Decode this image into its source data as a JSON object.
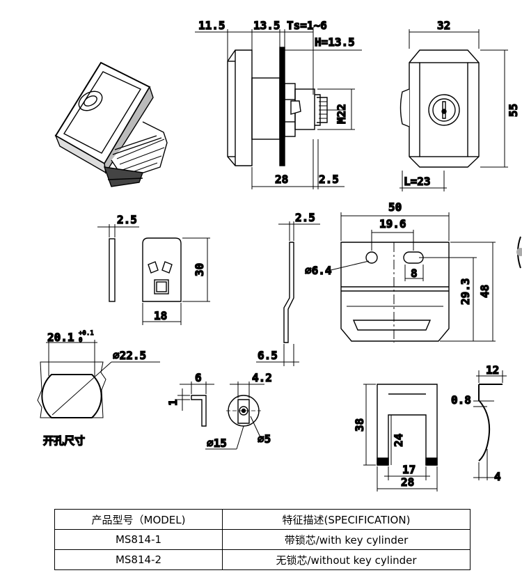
{
  "top_view": {
    "dim_left": "11.5",
    "dim_mid": "13.5",
    "dim_ts": "Ts=1~6",
    "dim_h": "H=13.5",
    "dim_thread": "M22",
    "dim_28": "28",
    "dim_25": "2.5"
  },
  "front_view": {
    "dim_width": "32",
    "dim_height": "55",
    "dim_l": "L=23"
  },
  "cam_plate": {
    "dim_thick": "2.5",
    "dim_height": "30",
    "dim_width": "18"
  },
  "bracket": {
    "dim_thick": "2.5",
    "dim_offset": "6.5",
    "dim_width": "50",
    "dim_hole_spacing": "19.6",
    "dim_hole_dia": "⌀6.4",
    "dim_slot": "8",
    "dim_hole_height": "29.3",
    "dim_height": "48"
  },
  "cutout": {
    "dim_flat_main": "20.1",
    "dim_tol_up": "+0.1",
    "dim_tol_down": "0",
    "dim_dia": "⌀22.5",
    "caption": "开孔尺寸"
  },
  "small_bracket": {
    "dim_width": "6",
    "dim_thick": "1"
  },
  "spacer": {
    "dim_top": "4.2",
    "dim_outer": "⌀15",
    "dim_inner": "⌀5"
  },
  "clip": {
    "dim_top": "12",
    "dim_thick": "0.8",
    "dim_height": "38",
    "dim_inner": "24",
    "dim_slot": "17",
    "dim_width": "28",
    "dim_foot": "4"
  },
  "table": {
    "header": [
      "产品型号（MODEL)",
      "特征描述(SPECIFICATION)"
    ],
    "rows": [
      [
        "MS814-1",
        "带锁芯/with key cylinder"
      ],
      [
        "MS814-2",
        "无锁芯/without  key cylinder"
      ]
    ]
  }
}
